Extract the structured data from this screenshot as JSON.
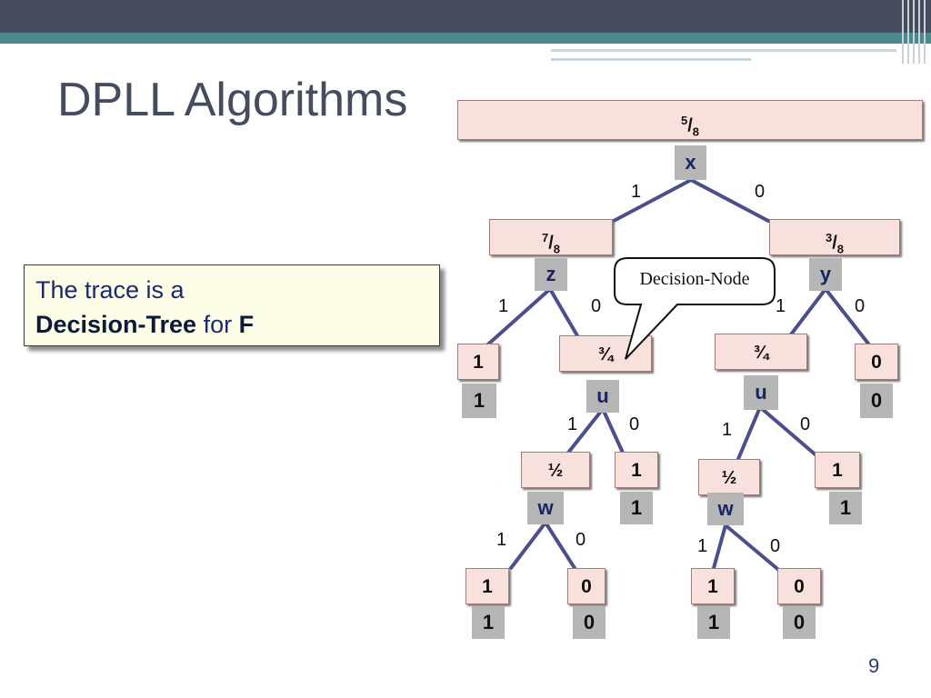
{
  "slide": {
    "title": "DPLL Algorithms",
    "page_number": "9"
  },
  "callout": {
    "line1": "The trace is a",
    "bold_term": "Decision-Tree",
    "middle": " for ",
    "bold_var": "F"
  },
  "speech_bubble": {
    "text": "Decision-Node"
  },
  "tree": {
    "root": {
      "value_num": "5",
      "value_den": "8",
      "var": "x"
    },
    "root_edges": {
      "left": "1",
      "right": "0"
    },
    "z_node": {
      "value_num": "7",
      "value_den": "8",
      "var": "z"
    },
    "y_node": {
      "value_num": "3",
      "value_den": "8",
      "var": "y"
    },
    "z_edges": {
      "left": "1",
      "right": "0"
    },
    "y_edges": {
      "left": "1",
      "right": "0"
    },
    "z_leaf": {
      "value": "1",
      "result": "1"
    },
    "u_left": {
      "value": "¾",
      "var": "u"
    },
    "u_right": {
      "value": "¾",
      "var": "u"
    },
    "y_leaf": {
      "value": "0",
      "result": "0"
    },
    "u_left_edges": {
      "left": "1",
      "right": "0"
    },
    "u_right_edges": {
      "left": "1",
      "right": "0"
    },
    "w_left": {
      "value": "½",
      "var": "w"
    },
    "u_left_leaf": {
      "value": "1",
      "result": "1"
    },
    "w_right": {
      "value": "½",
      "var": "w"
    },
    "u_right_leaf": {
      "value": "1",
      "result": "1"
    },
    "w_left_edges": {
      "left": "1",
      "right": "0"
    },
    "w_right_edges": {
      "left": "1",
      "right": "0"
    },
    "w_left_leaf1": {
      "value": "1",
      "result": "1"
    },
    "w_left_leaf0": {
      "value": "0",
      "result": "0"
    },
    "w_right_leaf1": {
      "value": "1",
      "result": "1"
    },
    "w_right_leaf0": {
      "value": "0",
      "result": "0"
    }
  },
  "colors": {
    "header_dark": "#454c5e",
    "header_teal": "#4d8a90",
    "node_pink": "#f8e1dc",
    "node_gray": "#b6b6b6",
    "edge": "#4b4f8a",
    "variable_text": "#1a2563"
  }
}
